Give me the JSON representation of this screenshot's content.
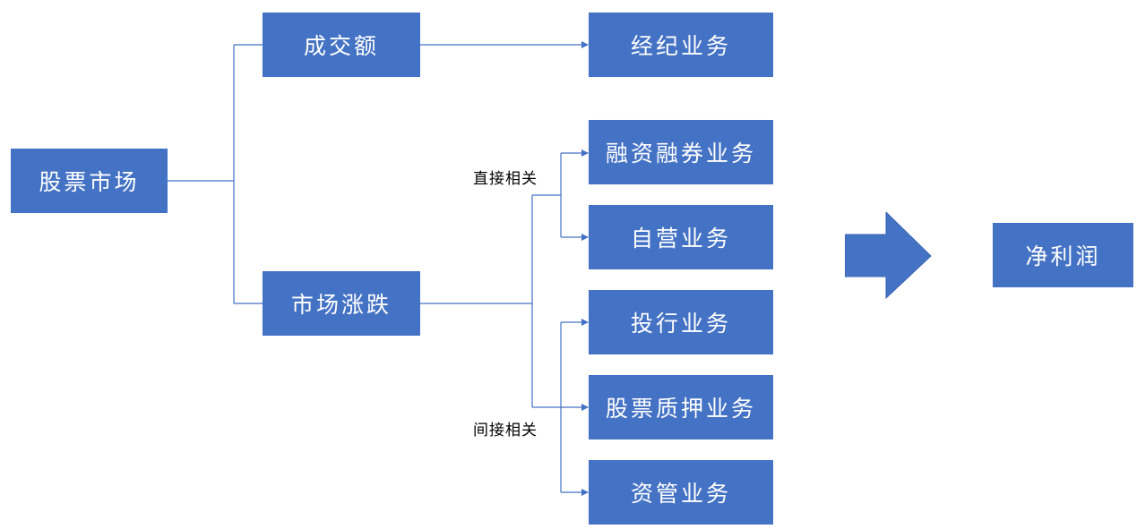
{
  "colors": {
    "box_fill": "#4472C4",
    "box_text": "#FFFFFF",
    "connector": "#4472C4",
    "note_text": "#000000"
  },
  "nodes": {
    "stock_market": "股票市场",
    "turnover": "成交额",
    "market_moves": "市场涨跌",
    "brokerage": "经纪业务",
    "margin_trading": "融资融券业务",
    "proprietary": "自营业务",
    "investment_banking": "投行业务",
    "stock_pledge": "股票质押业务",
    "asset_management": "资管业务",
    "net_profit": "净利润"
  },
  "notes": {
    "direct": "直接相关",
    "indirect": "间接相关"
  },
  "edges": [
    [
      "stock_market",
      "turnover"
    ],
    [
      "stock_market",
      "market_moves"
    ],
    [
      "turnover",
      "brokerage"
    ],
    [
      "market_moves",
      "margin_trading"
    ],
    [
      "market_moves",
      "proprietary"
    ],
    [
      "market_moves",
      "investment_banking"
    ],
    [
      "market_moves",
      "stock_pledge"
    ],
    [
      "market_moves",
      "asset_management"
    ],
    [
      "all_businesses",
      "net_profit"
    ]
  ]
}
